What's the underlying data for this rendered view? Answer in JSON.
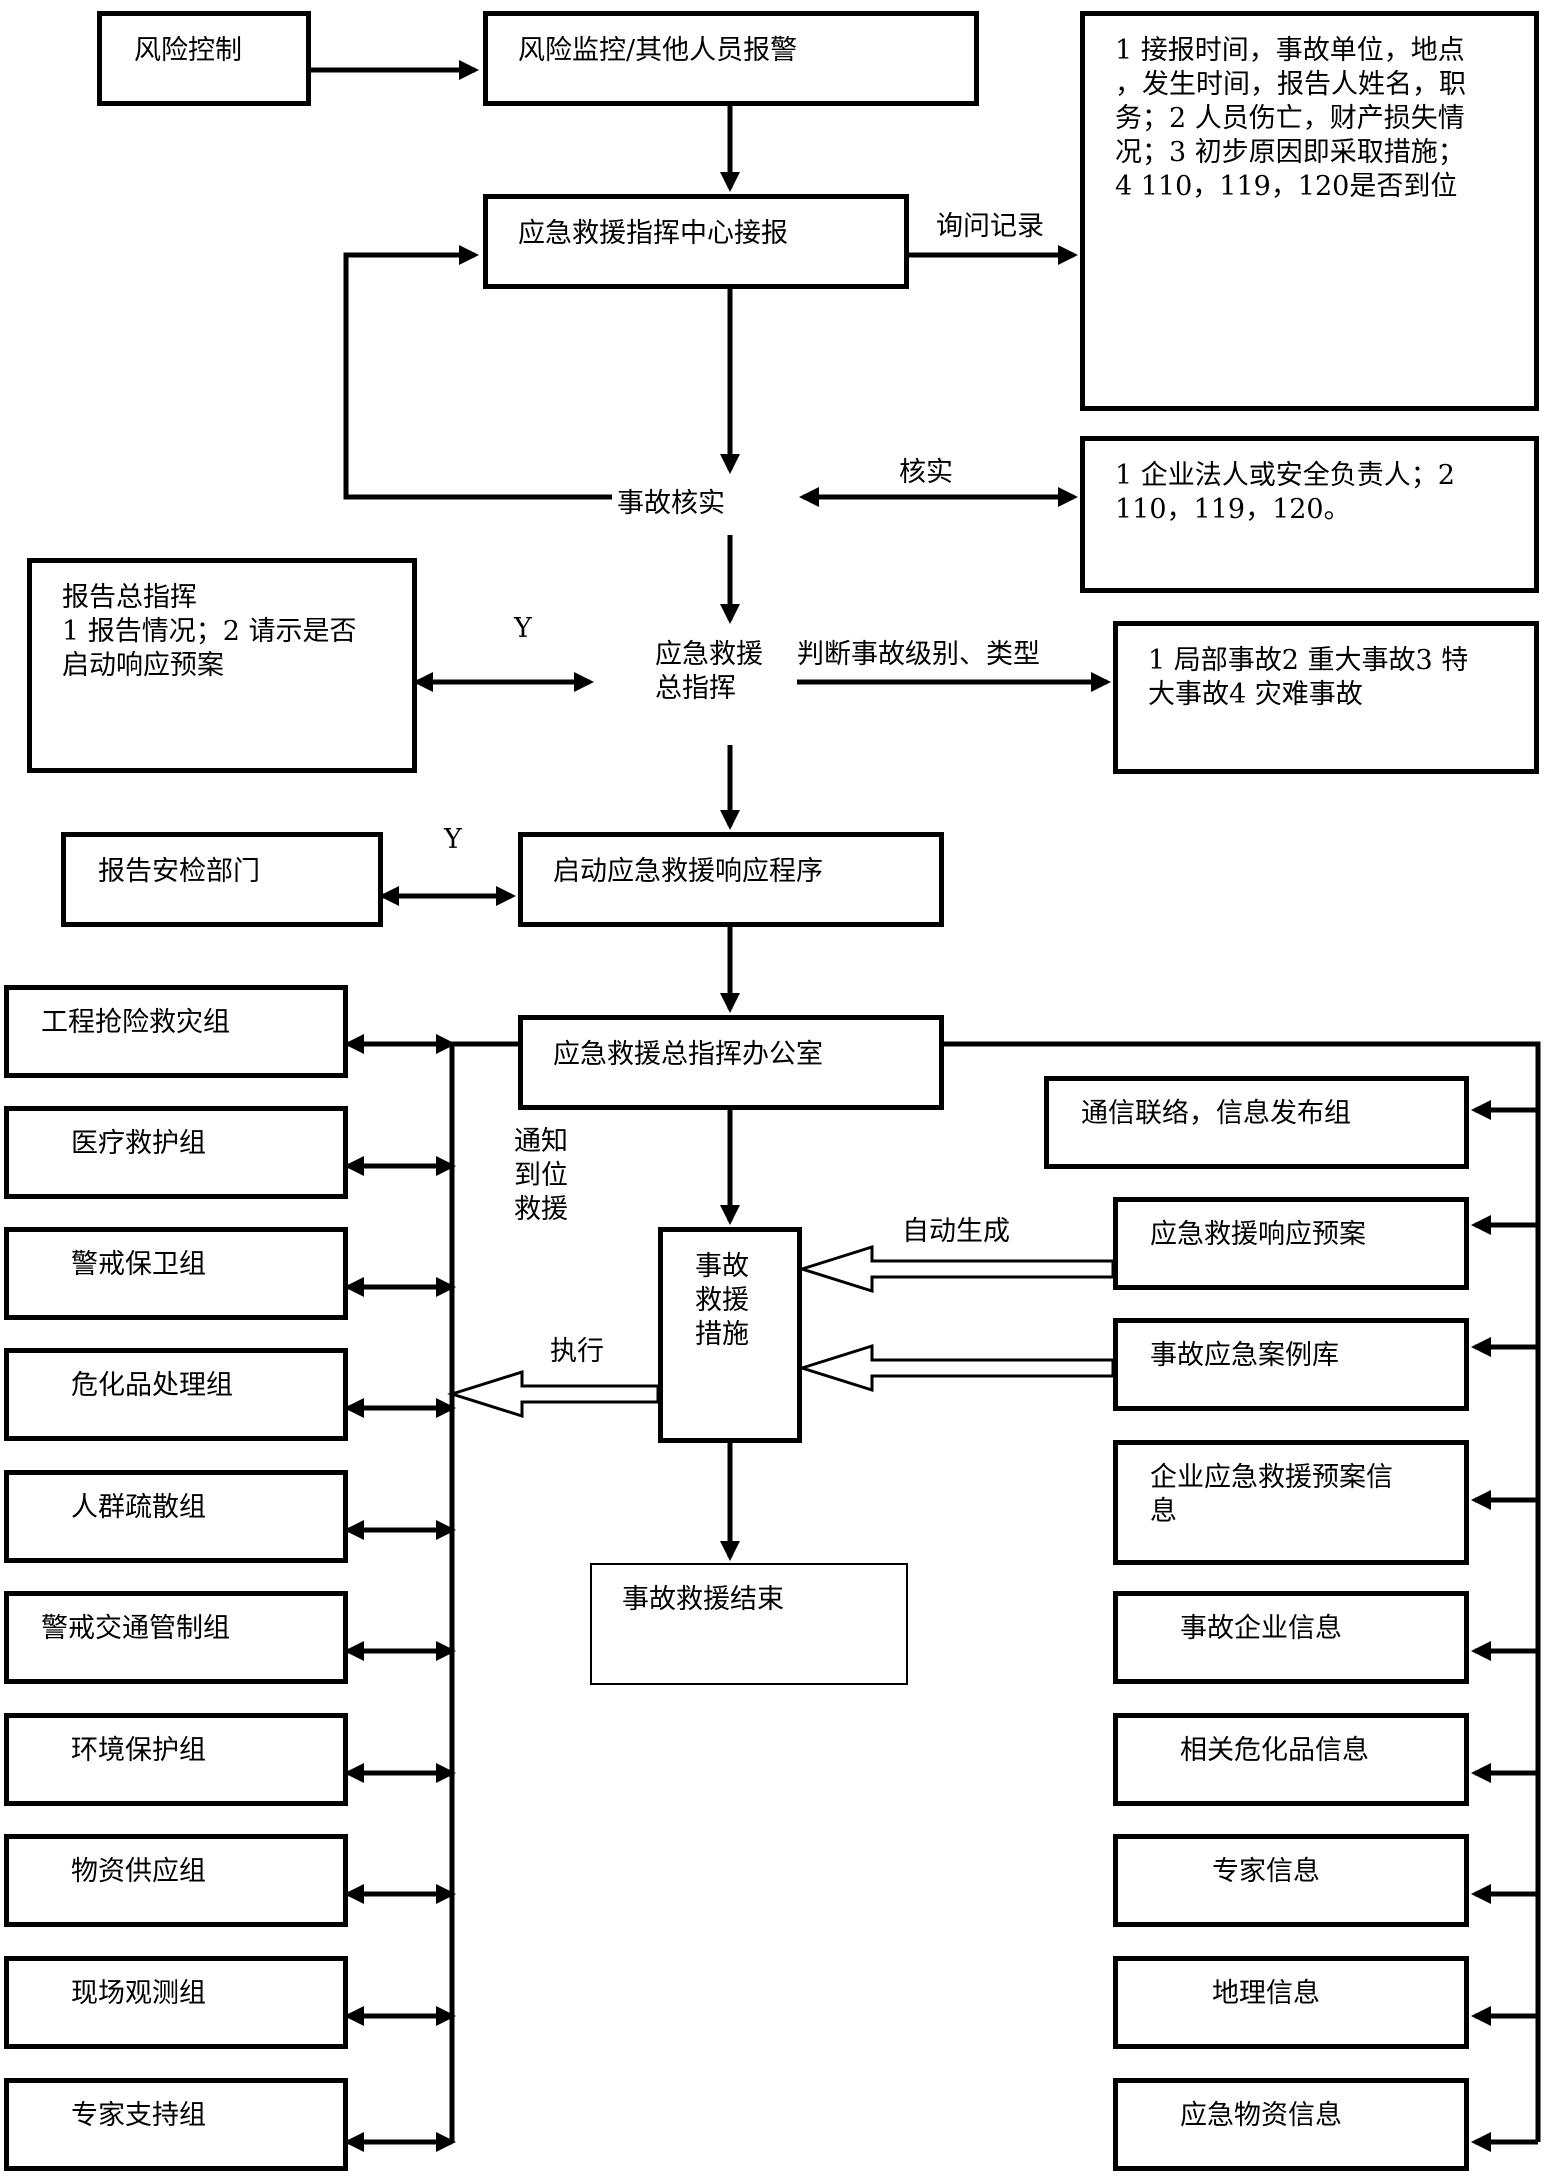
{
  "nodes": {
    "risk_control": "风险控制",
    "risk_monitor": "风险监控/其他人员报警",
    "center_receive": "应急救援指挥中心接报",
    "record_detail": "1 接报时间，事故单位，地点\n，发生时间，报告人姓名，职\n务；2 人员伤亡，财产损失情\n况；3  初步原因即采取措施；\n4   110，119，120是否到位",
    "verify": "事故核实",
    "verify_detail": "1 企业法人或安全负责人；2\n110，119，120。",
    "report_chief": "报告总指挥\n1 报告情况；2 请示是否\n启动响应预案",
    "chief": "应急救援\n总指挥",
    "level_detail": "1 局部事故2 重大事故3 特\n大事故4 灾难事故",
    "report_safety": "报告安检部门",
    "start_response": "启动应急救援响应程序",
    "office": "应急救援总指挥办公室",
    "measures": "事故\n救援\n措施",
    "end": "事故救援结束"
  },
  "labels": {
    "inquiry": "询问记录",
    "verify": "核实",
    "judge": "判断事故级别、类型",
    "yes1": "Y",
    "yes2": "Y",
    "notify": "通知\n到位\n救援",
    "auto": "自动生成",
    "execute": "执行"
  },
  "left_groups": [
    "工程抢险救灾组",
    "医疗救护组",
    "警戒保卫组",
    "危化品处理组",
    "人群疏散组",
    "警戒交通管制组",
    "环境保护组",
    "物资供应组",
    "现场观测组",
    "专家支持组"
  ],
  "right_items": [
    "通信联络，信息发布组",
    "应急救援响应预案",
    "事故应急案例库",
    "企业应急救援预案信\n息",
    "事故企业信息",
    "相关危化品信息",
    "专家信息",
    "地理信息",
    "应急物资信息"
  ]
}
